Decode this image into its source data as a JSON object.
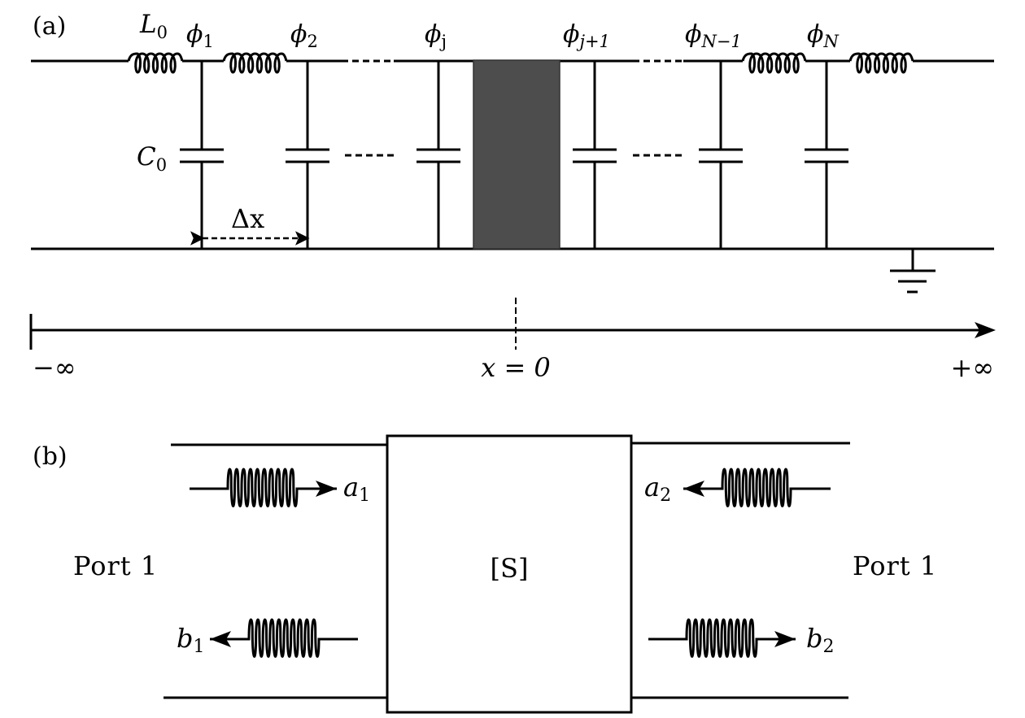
{
  "panel_a": {
    "label": "(a)",
    "inductor_label": {
      "main": "L",
      "sub": "0"
    },
    "capacitor_label": {
      "main": "C",
      "sub": "0"
    },
    "spacing_label": "Δx",
    "nodes": [
      {
        "main": "ϕ",
        "sub": "1",
        "sub_italic": false
      },
      {
        "main": "ϕ",
        "sub": "2",
        "sub_italic": false
      },
      {
        "main": "ϕ",
        "sub": "j",
        "sub_italic": false
      },
      {
        "main": "ϕ",
        "sub": "j+1",
        "sub_italic": true
      },
      {
        "main": "ϕ",
        "sub": "N−1",
        "sub_italic": true
      },
      {
        "main": "ϕ",
        "sub": "N",
        "sub_italic": true
      }
    ],
    "scatterer_color": "#4d4d4d",
    "axis": {
      "left_label": "−∞",
      "center_label": "x = 0",
      "right_label": "+∞"
    }
  },
  "panel_b": {
    "label": "(b)",
    "matrix_label": "[S]",
    "left_port_label": "Port 1",
    "right_port_label": "Port 1",
    "waves": {
      "a1": {
        "main": "a",
        "sub": "1"
      },
      "b1": {
        "main": "b",
        "sub": "1"
      },
      "a2": {
        "main": "a",
        "sub": "2"
      },
      "b2": {
        "main": "b",
        "sub": "2"
      }
    }
  }
}
